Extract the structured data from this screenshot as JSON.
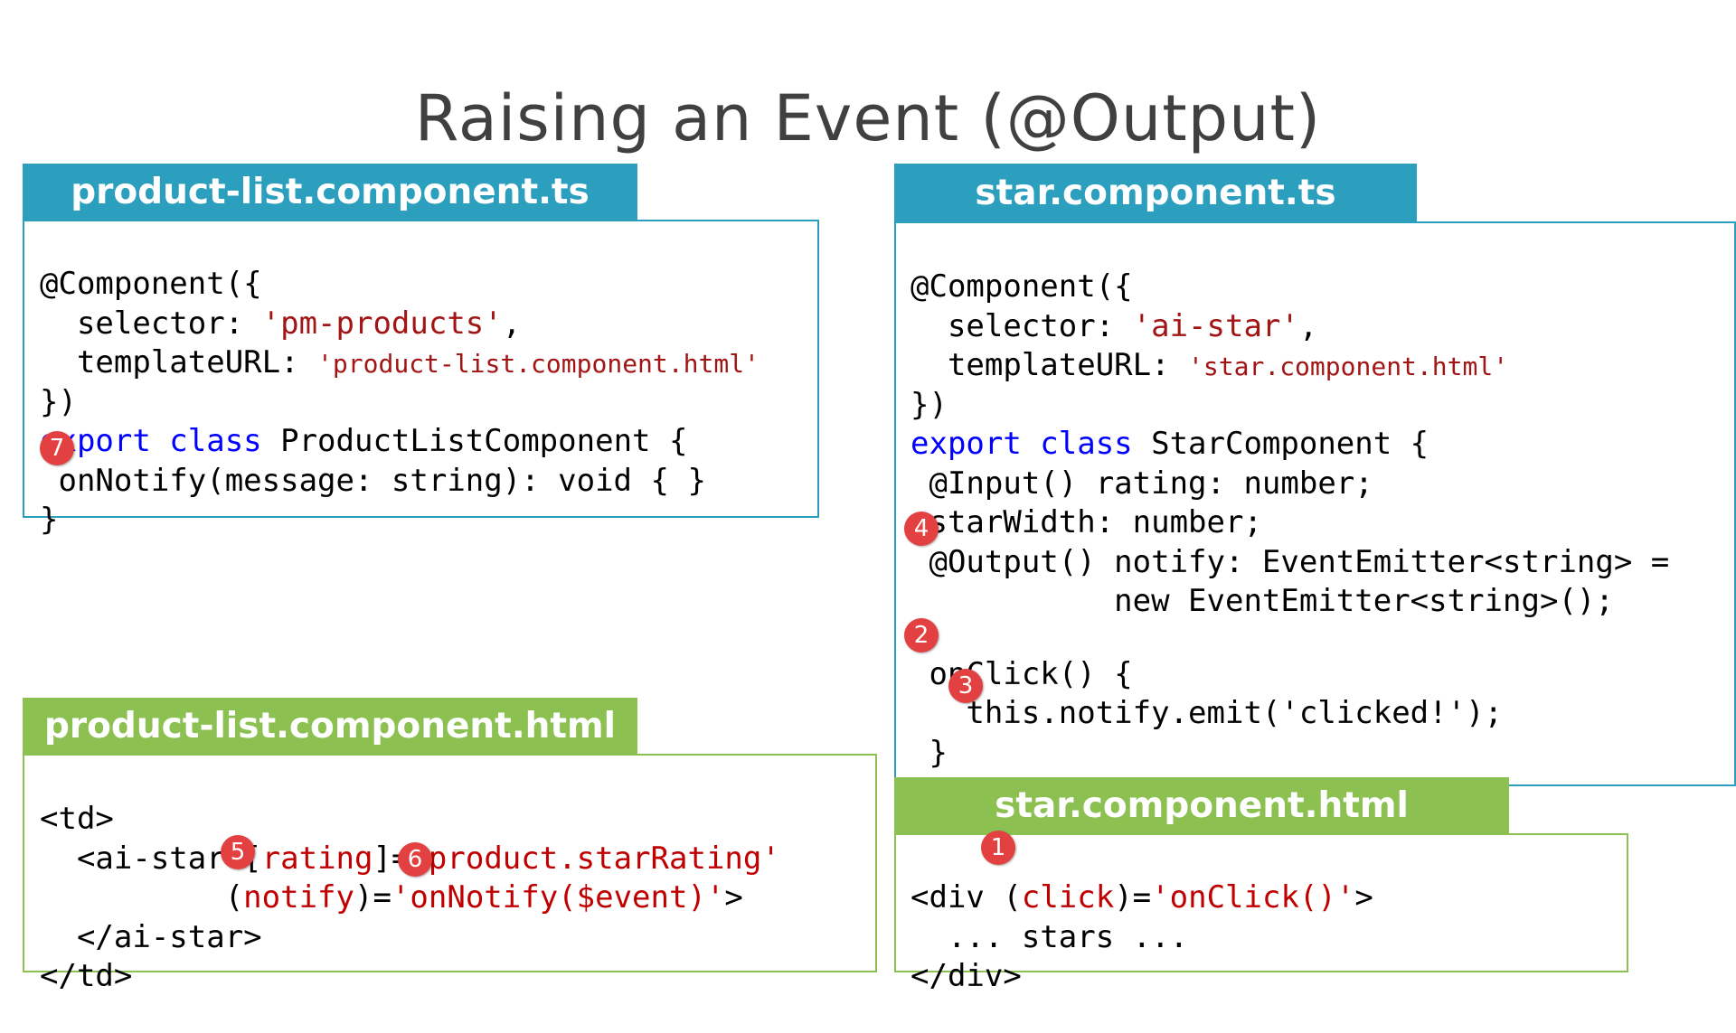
{
  "title": "Raising an Event (@Output)",
  "colors": {
    "blue": "#2b9fbd",
    "green": "#8cc152",
    "badge": "#e34041",
    "keyword": "#0000ff",
    "string": "#a31515",
    "binding": "#c00000"
  },
  "panels": {
    "product_list_ts": {
      "header": "product-list.component.ts",
      "l1": "@Component({",
      "l2_a": "  selector: ",
      "l2_str": "'pm-products'",
      "l2_b": ",",
      "l3_a": "  templateURL: ",
      "l3_str": "'product-list.component.html'",
      "l4": "})",
      "l5_kw": "export class",
      "l5_rest": " ProductListComponent {",
      "l6": " onNotify(message: string): void { }",
      "l7": "}"
    },
    "star_ts": {
      "header": "star.component.ts",
      "l1": "@Component({",
      "l2_a": "  selector: ",
      "l2_str": "'ai-star'",
      "l2_b": ",",
      "l3_a": "  templateURL: ",
      "l3_str": "'star.component.html'",
      "l4": "})",
      "l5_kw": "export class",
      "l5_rest": " StarComponent {",
      "l6": " @Input() rating: number;",
      "l7": " starWidth: number;",
      "l8": " @Output() notify: EventEmitter<string> =",
      "l9": "           new EventEmitter<string>();",
      "l10": "",
      "l11": " onClick() {",
      "l12": "   this.notify.emit('clicked!');",
      "l13": " }",
      "l14": "}"
    },
    "product_list_html": {
      "header": "product-list.component.html",
      "l1": "<td>",
      "l2_a": "  <ai-star ",
      "l2_b": "[",
      "l2_red1": "rating",
      "l2_c": "]=",
      "l2_red2": "'product.starRating'",
      "l3_a": "          (",
      "l3_red1": "notify",
      "l3_b": ")=",
      "l3_red2": "'onNotify($event)'",
      "l3_c": ">",
      "l4": "  </ai-star>",
      "l5": "</td>"
    },
    "star_html": {
      "header": "star.component.html",
      "l1_a": "<div ",
      "l1_b": "(",
      "l1_red1": "click",
      "l1_c": ")=",
      "l1_red2": "'onClick()'",
      "l1_d": ">",
      "l2": "  ... stars ...",
      "l3": "</div>"
    }
  },
  "badges": [
    "1",
    "2",
    "3",
    "4",
    "5",
    "6",
    "7"
  ]
}
